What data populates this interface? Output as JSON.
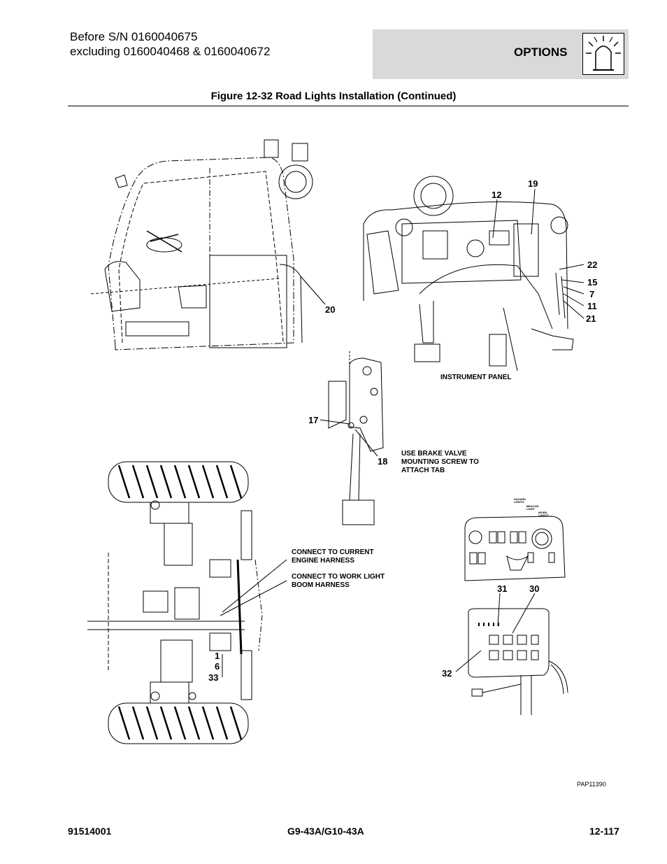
{
  "header": {
    "line1": "Before S/N 0160040675",
    "line2": "excluding 0160040468 & 0160040672",
    "section": "OPTIONS"
  },
  "figure": {
    "title": "Figure 12-32 Road Lights Installation (Continued)",
    "id": "PAP11390"
  },
  "callouts": {
    "c20": "20",
    "c19": "19",
    "c12": "12",
    "c22": "22",
    "c15": "15",
    "c7": "7",
    "c11": "11",
    "c21": "21",
    "c17": "17",
    "c18": "18",
    "c1": "1",
    "c6": "6",
    "c33": "33",
    "c31": "31",
    "c30": "30",
    "c32": "32"
  },
  "notes": {
    "instrument_panel": "INSTRUMENT PANEL",
    "brake_valve_1": "USE BRAKE VALVE",
    "brake_valve_2": "MOUNTING SCREW TO",
    "brake_valve_3": "ATTACH TAB",
    "current_harness_1": "CONNECT TO CURRENT",
    "current_harness_2": "ENGINE HARNESS",
    "work_light_1": "CONNECT  TO  WORK  LIGHT",
    "work_light_2": "BOOM HARNESS",
    "hazard": "HAZARD LIGHTS",
    "beacon": "BEACON LIGHT",
    "work": "WORK LIGHTS"
  },
  "footer": {
    "part_number": "91514001",
    "model": "G9-43A/G10-43A",
    "page": "12-117"
  }
}
